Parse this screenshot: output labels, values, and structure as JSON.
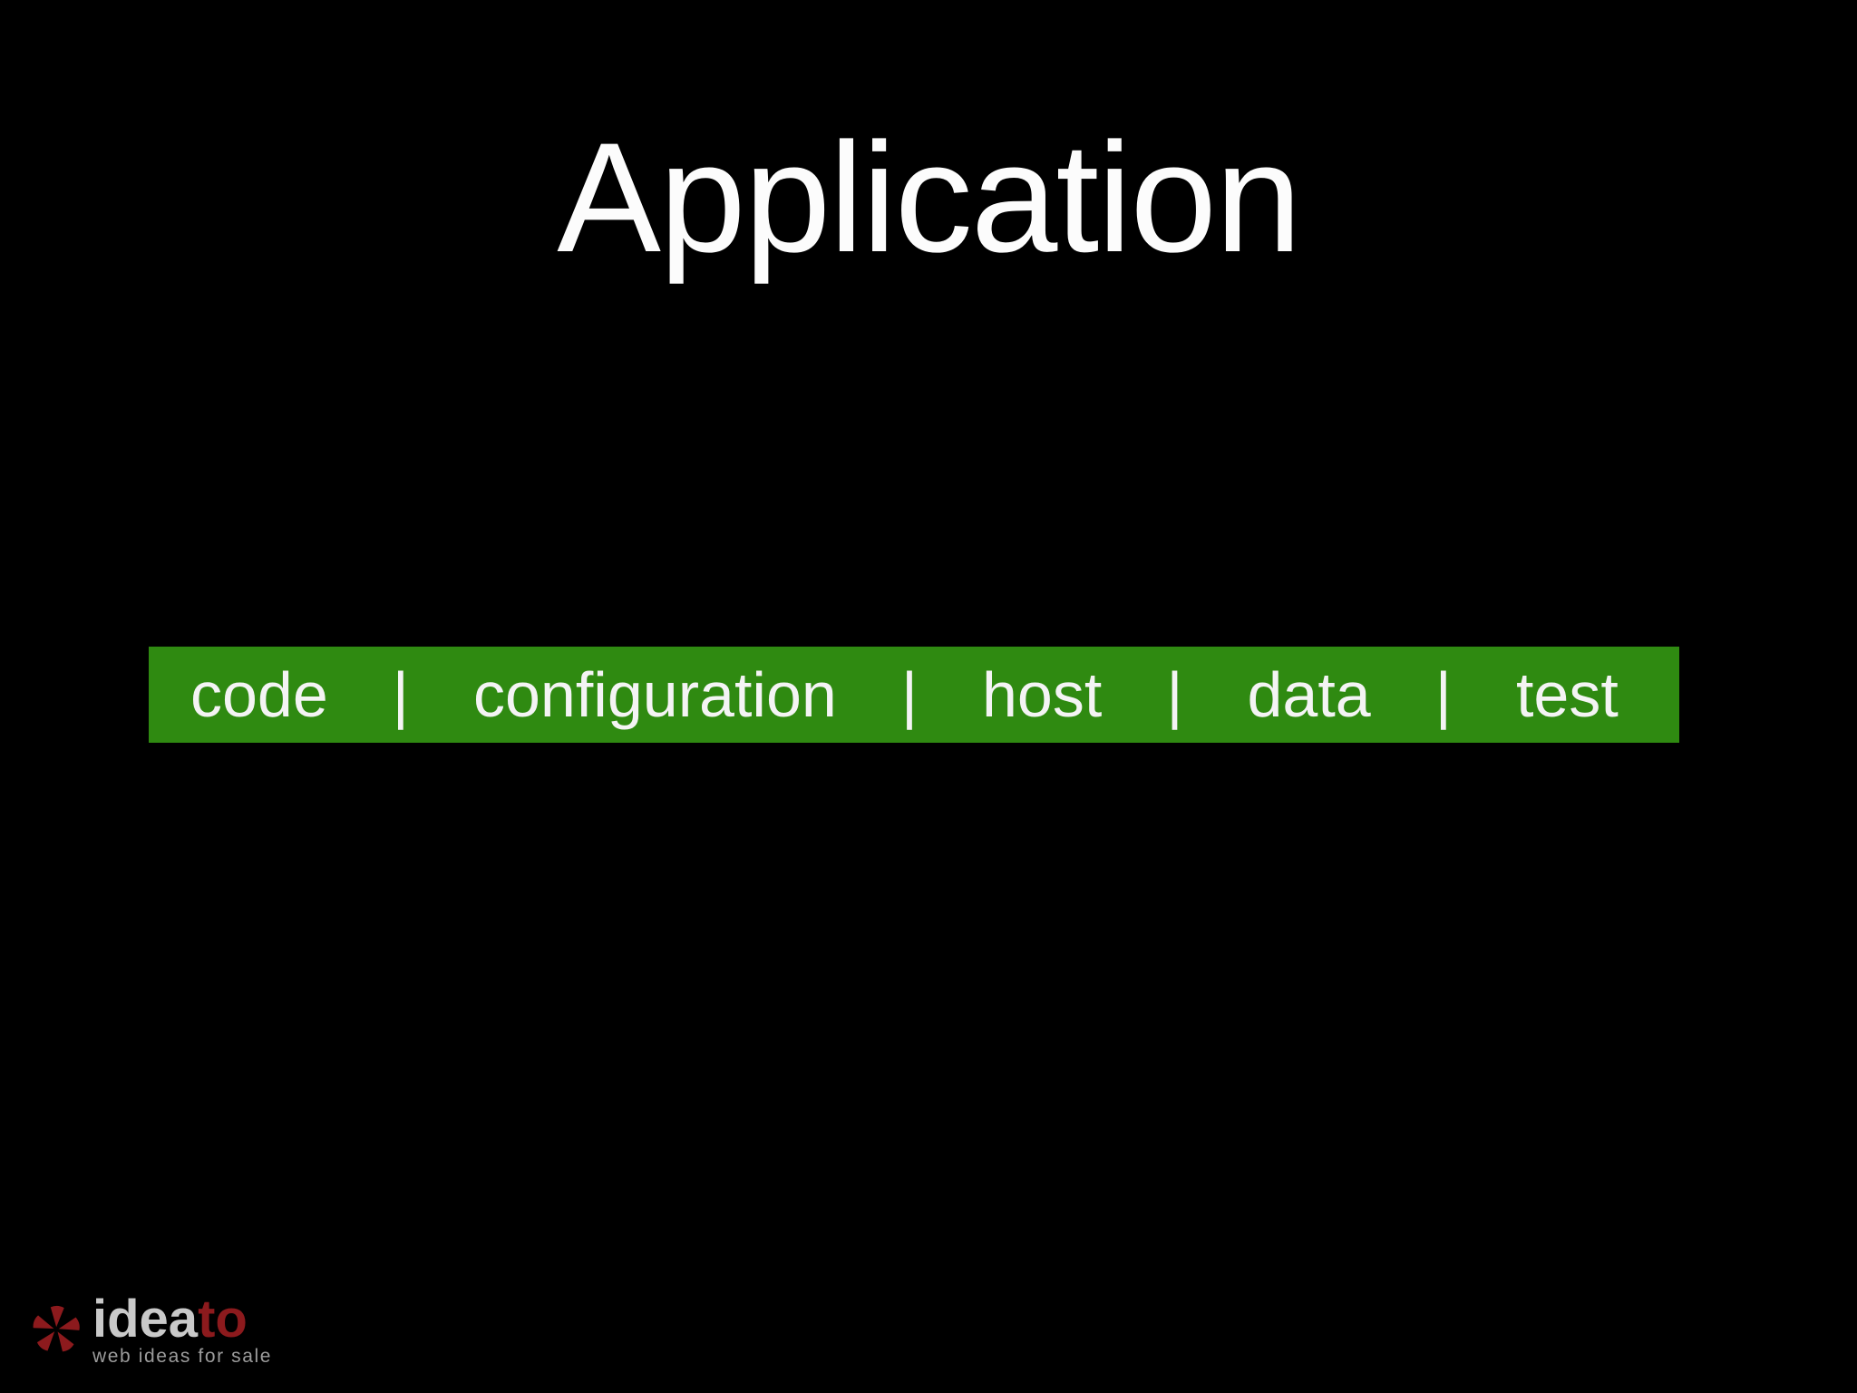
{
  "slide": {
    "title": "Application",
    "bar": {
      "items": [
        "code",
        "configuration",
        "host",
        "data",
        "test"
      ],
      "separator": "|",
      "background_color": "#2f8a11",
      "text_color": "#f4f4f4"
    },
    "logo": {
      "icon": "asterisk-icon",
      "brand_left": "idea",
      "brand_right": "to",
      "tagline": "web ideas for sale",
      "accent_color": "#8c1a1d",
      "brand_left_color": "#c9c9c9",
      "tagline_color": "#9c9c9c"
    },
    "colors": {
      "background": "#000000",
      "title_text": "#fcfcfc"
    }
  }
}
